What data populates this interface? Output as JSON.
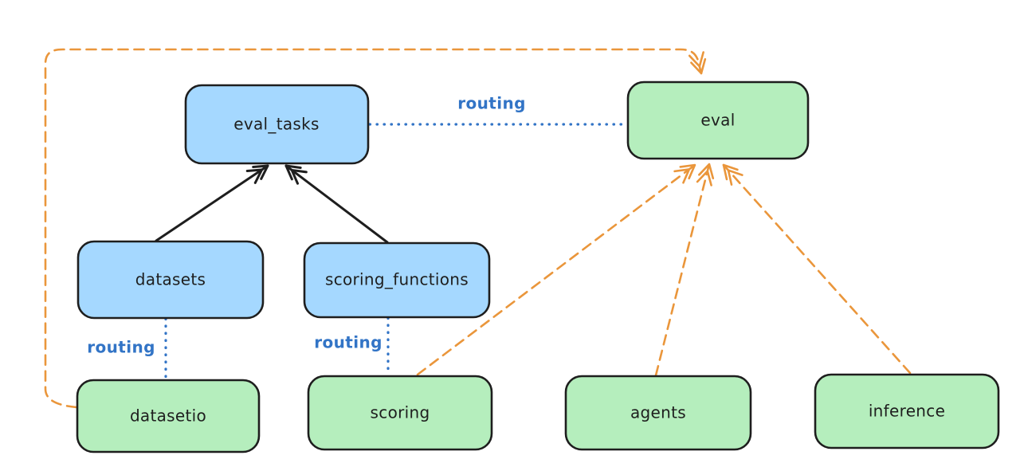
{
  "diagram": {
    "type": "architecture-graph",
    "colors": {
      "background": "#ffffff",
      "api_fill": "#a5d8ff",
      "provider_fill": "#b5eebd",
      "border": "#1e1e1e",
      "black": "#1e1e1e",
      "routing_blue": "#3274c6",
      "orange": "#ea963b"
    },
    "nodes": [
      {
        "id": "eval_tasks",
        "label": "eval_tasks",
        "kind": "api",
        "fill": "#a5d8ff"
      },
      {
        "id": "eval",
        "label": "eval",
        "kind": "provider",
        "fill": "#b5eebd"
      },
      {
        "id": "datasets",
        "label": "datasets",
        "kind": "api",
        "fill": "#a5d8ff"
      },
      {
        "id": "scoring_functions",
        "label": "scoring_functions",
        "kind": "api",
        "fill": "#a5d8ff"
      },
      {
        "id": "datasetio",
        "label": "datasetio",
        "kind": "provider",
        "fill": "#b5eebd"
      },
      {
        "id": "scoring",
        "label": "scoring",
        "kind": "provider",
        "fill": "#b5eebd"
      },
      {
        "id": "agents",
        "label": "agents",
        "kind": "provider",
        "fill": "#b5eebd"
      },
      {
        "id": "inference",
        "label": "inference",
        "kind": "provider",
        "fill": "#b5eebd"
      }
    ],
    "edges": [
      {
        "from": "datasets",
        "to": "eval_tasks",
        "style": "solid",
        "arrow": true,
        "color": "#1e1e1e"
      },
      {
        "from": "scoring_functions",
        "to": "eval_tasks",
        "style": "solid",
        "arrow": true,
        "color": "#1e1e1e"
      },
      {
        "from": "eval_tasks",
        "to": "eval",
        "style": "dotted",
        "arrow": false,
        "label": "routing",
        "color": "#3274c6"
      },
      {
        "from": "datasets",
        "to": "datasetio",
        "style": "dotted",
        "arrow": false,
        "label": "routing",
        "color": "#3274c6"
      },
      {
        "from": "scoring_functions",
        "to": "scoring",
        "style": "dotted",
        "arrow": false,
        "label": "routing",
        "color": "#3274c6"
      },
      {
        "from": "datasetio",
        "to": "eval",
        "style": "dashed",
        "arrow": true,
        "color": "#ea963b"
      },
      {
        "from": "scoring",
        "to": "eval",
        "style": "dashed",
        "arrow": true,
        "color": "#ea963b"
      },
      {
        "from": "agents",
        "to": "eval",
        "style": "dashed",
        "arrow": true,
        "color": "#ea963b"
      },
      {
        "from": "inference",
        "to": "eval",
        "style": "dashed",
        "arrow": true,
        "color": "#ea963b"
      }
    ]
  }
}
